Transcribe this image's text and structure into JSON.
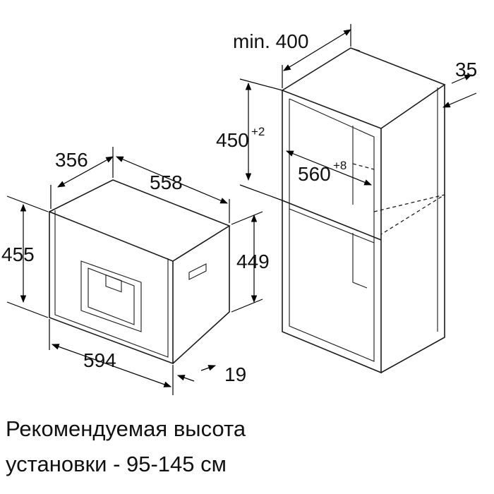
{
  "dimensions": {
    "cabinet_depth": "min. 400",
    "cabinet_side": "35",
    "niche_height": "450",
    "niche_height_tol": "+2",
    "niche_width": "560",
    "niche_width_tol": "+8",
    "appliance_depth": "356",
    "appliance_width_top": "558",
    "appliance_height": "455",
    "appliance_body_height": "449",
    "appliance_width": "594",
    "front_thickness": "19"
  },
  "caption": {
    "line1": "Рекомендуемая высота",
    "line2": "установки - 95-145 см"
  }
}
